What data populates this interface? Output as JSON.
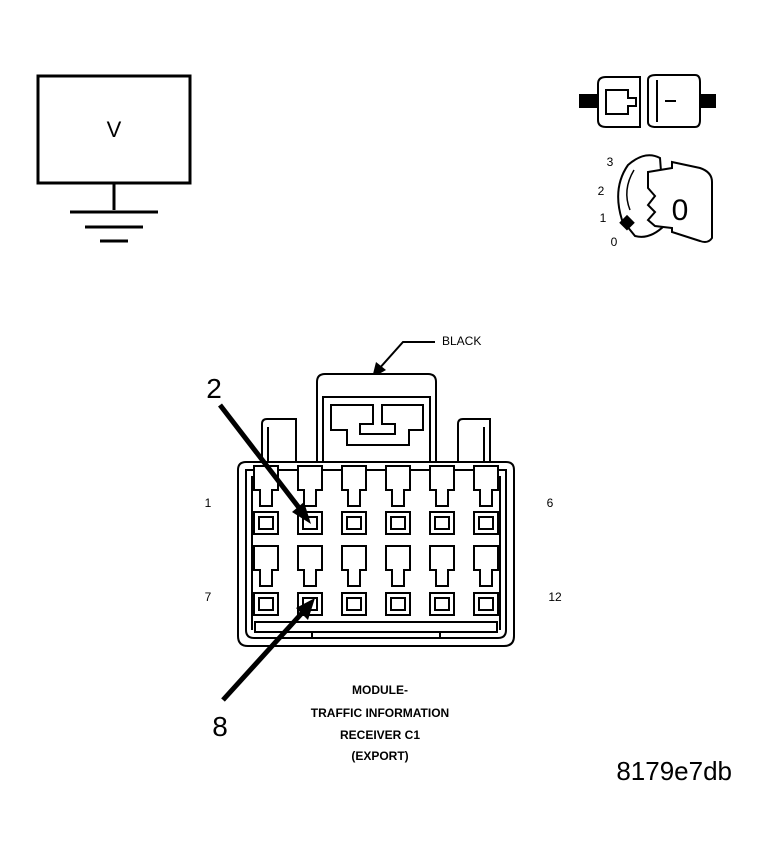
{
  "meter": {
    "symbol": "V"
  },
  "ignition": {
    "positions": [
      "3",
      "2",
      "1",
      "0"
    ],
    "key_symbol": "0"
  },
  "connector": {
    "color_label": "BLACK",
    "pin_labels": {
      "top_left": "1",
      "top_right": "6",
      "bottom_left": "7",
      "bottom_right": "12"
    },
    "callout_top": "2",
    "callout_bottom": "8",
    "title_lines": [
      "MODULE-",
      "TRAFFIC INFORMATION",
      "RECEIVER C1",
      "(EXPORT)"
    ]
  },
  "figure_id": "8179e7db",
  "colors": {
    "ink": "#000000",
    "paper": "#ffffff"
  }
}
